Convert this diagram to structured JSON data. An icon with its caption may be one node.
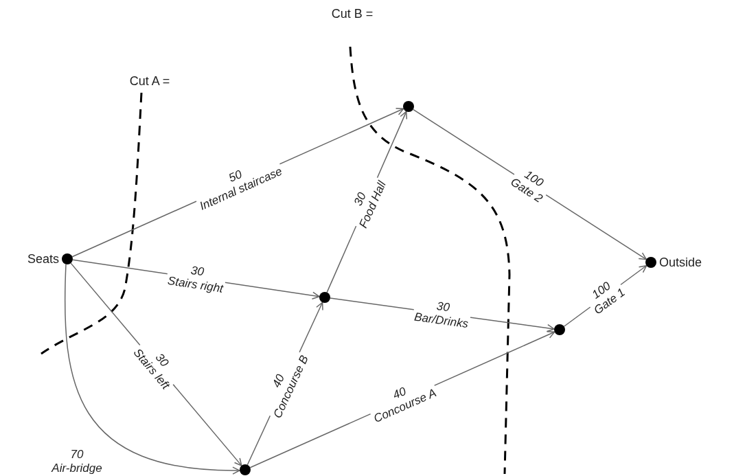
{
  "diagram": {
    "nodes": [
      {
        "text": [],
        "shape": "circle",
        "beside": [
          "Seats"
        ]
      },
      {
        "text": [],
        "shape": "circle"
      },
      {
        "text": [],
        "shape": "circle"
      },
      {
        "text": [],
        "shape": "circle"
      },
      {
        "text": [],
        "shape": "circle"
      },
      {
        "text": [],
        "shape": "circle",
        "beside": [
          "Outside"
        ]
      }
    ],
    "edges": [
      {
        "from": 0,
        "to": 1,
        "arrow": "to",
        "label": "50 Internal staircase"
      },
      {
        "from": 0,
        "to": 2,
        "arrow": "to",
        "label": "30 Stairs right"
      },
      {
        "from": 0,
        "to": 3,
        "arrow": "to",
        "label": "30 Stairs left"
      },
      {
        "from": 0,
        "to": 3,
        "arrow": "to",
        "label": "70 Air-bridge"
      },
      {
        "from": 3,
        "to": 2,
        "arrow": "to",
        "label": "40 Concourse B"
      },
      {
        "from": 2,
        "to": 1,
        "arrow": "to",
        "label": "30 Food Hall"
      },
      {
        "from": 2,
        "to": 4,
        "arrow": "to",
        "label": "30 Bar/Drinks"
      },
      {
        "from": 3,
        "to": 4,
        "arrow": "to",
        "label": "40 Concourse A"
      },
      {
        "from": 1,
        "to": 5,
        "arrow": "to",
        "label": "100 Gate 2"
      },
      {
        "from": 4,
        "to": 5,
        "arrow": "to",
        "label": "100 Gate 1"
      }
    ],
    "labels": [
      "Cut B =",
      "Cut A ="
    ]
  }
}
